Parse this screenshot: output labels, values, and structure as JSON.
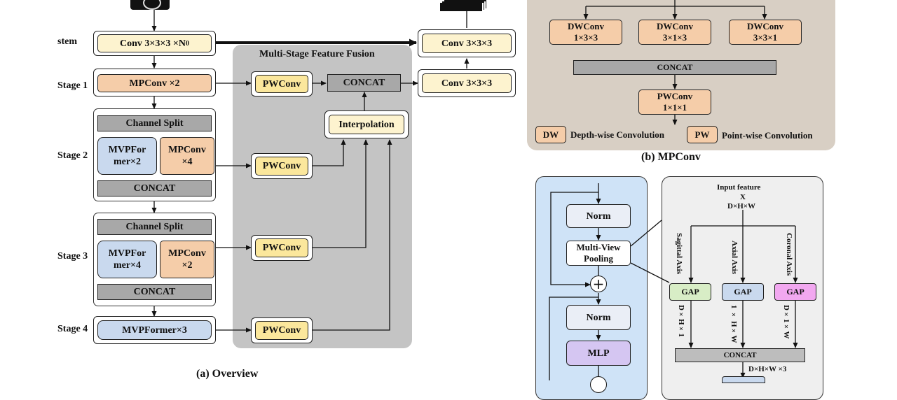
{
  "overview": {
    "caption": "(a) Overview",
    "fusion_title": "Multi-Stage Feature Fusion",
    "stage_labels": [
      "stem",
      "Stage 1",
      "Stage 2",
      "Stage 3",
      "Stage 4"
    ],
    "stem_box": "Conv 3×3×3 ×N",
    "stem_box_sub": "0",
    "stage1_box": "MPConv ×2",
    "stage2": {
      "split": "Channel Split",
      "left": "MVPFor mer×2",
      "right": "MPConv ×4",
      "concat": "CONCAT"
    },
    "stage3": {
      "split": "Channel Split",
      "left": "MVPFor mer×4",
      "right": "MPConv ×2",
      "concat": "CONCAT"
    },
    "stage4_box": "MVPFormer×3",
    "pwconv": "PWConv",
    "concat": "CONCAT",
    "interpolation": "Interpolation",
    "head_conv_top": "Conv 3×3×3",
    "head_conv_bottom": "Conv 3×3×3"
  },
  "mpconv": {
    "caption": "(b) MPConv",
    "dw1": "DWConv 1×3×3",
    "dw2": "DWConv 3×1×3",
    "dw3": "DWConv 3×3×1",
    "concat": "CONCAT",
    "pw": "PWConv 1×1×1",
    "legend_dw_key": "DW",
    "legend_dw_text": "Depth-wise Convolution",
    "legend_pw_key": "PW",
    "legend_pw_text": "Point-wise Convolution"
  },
  "mvpformer": {
    "norm1": "Norm",
    "pooling": "Multi-View Pooling",
    "plus": "+",
    "norm2": "Norm",
    "mlp": "MLP"
  },
  "pooling_detail": {
    "input_title": "Input feature",
    "input_x": "X",
    "input_dim": "D×H×W",
    "sagittal": "Sagittal Axis",
    "axial": "Axial Axis",
    "coronal": "Coronal Axis",
    "gap": "GAP",
    "dim1": "D×H×1",
    "dim2": "1 × H×W",
    "dim3": "D×1×W",
    "concat": "CONCAT",
    "out_dim": "D×H×W ×3"
  },
  "colors": {
    "cream": "#fdf3cf",
    "orange": "#f5cda9",
    "yellow": "#fbe79c",
    "gray": "#a8a8a8",
    "blue": "#c9d9ee",
    "panel_gray": "#c4c4c4",
    "panel_beige": "#d8cfc4",
    "panel_blue": "#cfe3f7",
    "gap_green": "#d8edc6",
    "gap_blue": "#c9d9ee",
    "gap_pink": "#f2a8f0",
    "mlp_purple": "#d5c6f2"
  },
  "icons": [
    "ct-scan-thumbnail-icon",
    "output-volume-icon",
    "residual-add-icon"
  ]
}
